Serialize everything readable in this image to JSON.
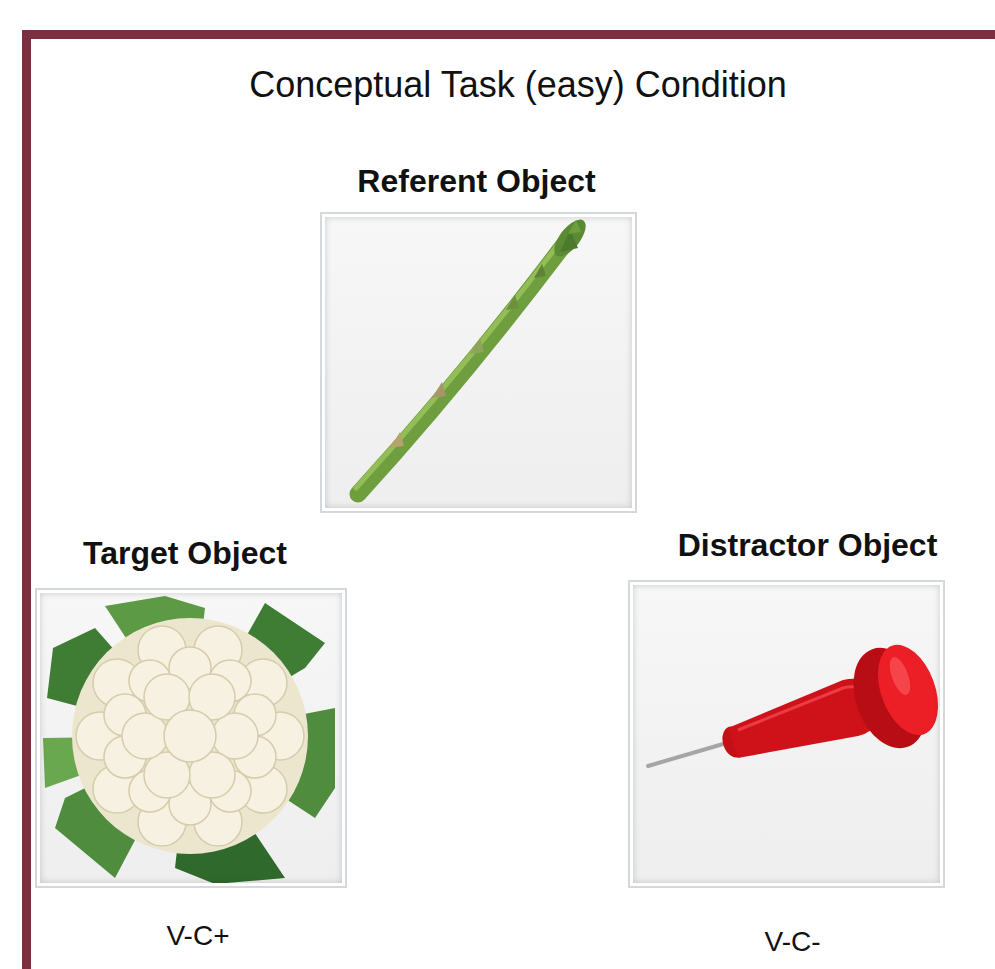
{
  "diagram": {
    "title": "Conceptual Task (easy) Condition",
    "nodes": [
      {
        "text": [
          "Referent Object"
        ]
      },
      {
        "text": [
          "Target Object",
          "V-C+"
        ]
      },
      {
        "text": [
          "Distractor Object",
          "V-C-"
        ]
      }
    ]
  }
}
